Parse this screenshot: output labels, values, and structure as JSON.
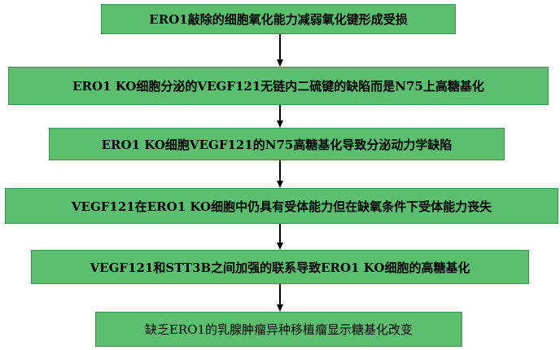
{
  "steps": [
    {
      "text": "ERO1敲除的细胞氧化能力减弱氧化键形成受损"
    },
    {
      "text": "ERO1 KO细胞分泌的VEGF121无链内二硫键的缺陷而是N75上高糖基化"
    },
    {
      "text": "ERO1 KO细胞VEGF121的N75高糖基化导致分泌动力学缺陷"
    },
    {
      "text": "VEGF121在ERO1 KO细胞中仍具有受体能力但在缺氧条件下受体能力丧失"
    },
    {
      "text": "VEGF121和STT3B之间加强的联系导致ERO1 KO细胞的高糖基化"
    },
    {
      "text": "缺乏ERO1的乳腺肿瘤异种移植瘤显示糖基化改变"
    }
  ]
}
